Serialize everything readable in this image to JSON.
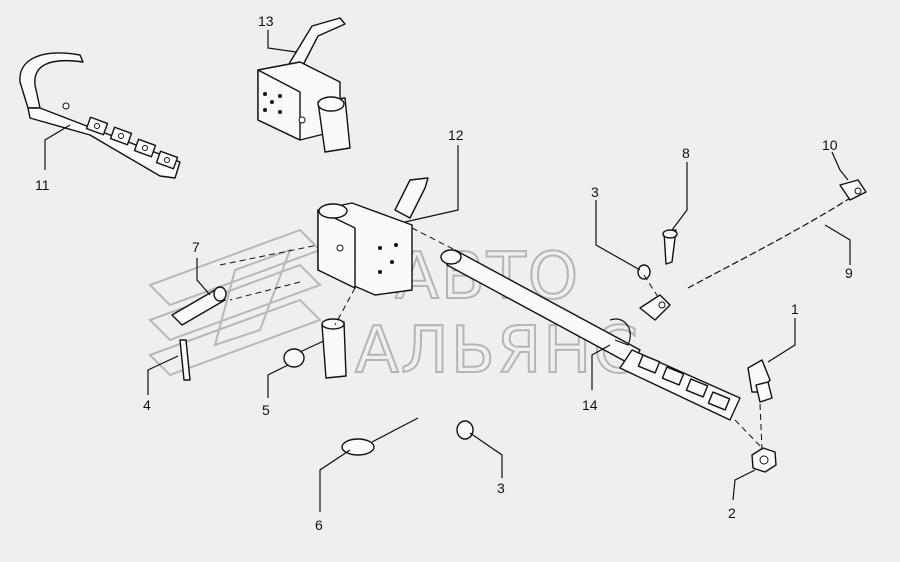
{
  "watermark": {
    "line1": "АВТО",
    "line2": "АЛЬЯНС"
  },
  "callouts": [
    "1",
    "2",
    "3",
    "3",
    "4",
    "5",
    "6",
    "7",
    "8",
    "9",
    "10",
    "11",
    "12",
    "13",
    "14"
  ]
}
